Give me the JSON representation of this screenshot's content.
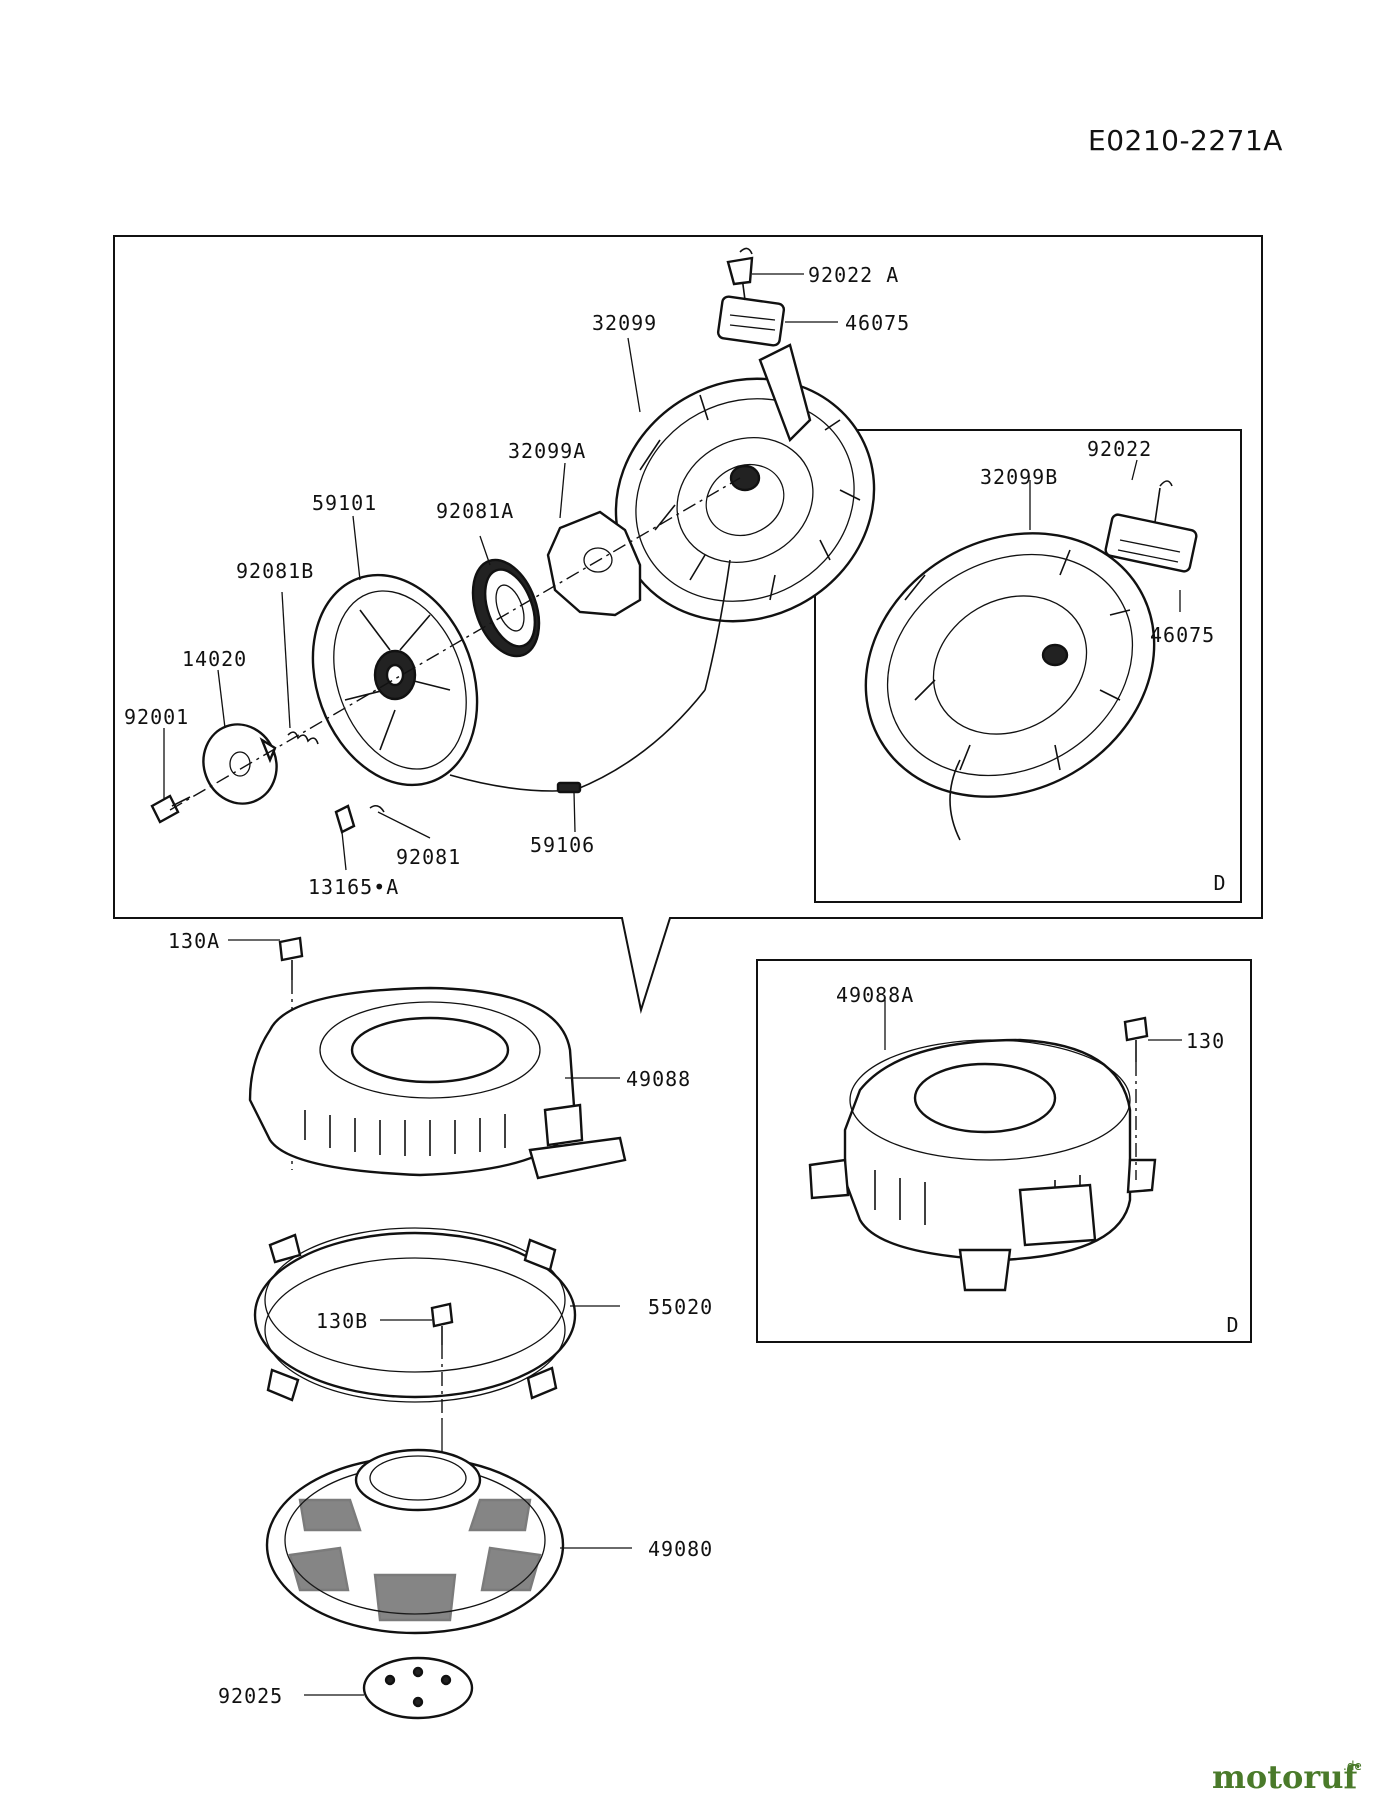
{
  "diagram_code": "E0210-2271A",
  "brand": {
    "name": "motoruf",
    "suffix": ".de"
  },
  "colors": {
    "line": "#111111",
    "brand": "#4a7a2a",
    "background": "#ffffff"
  },
  "detail_marker": "D",
  "labels": {
    "p92022A": "92022 A",
    "p46075": "46075",
    "p32099": "32099",
    "p32099A": "32099A",
    "p59101": "59101",
    "p92081A": "92081A",
    "p92081B": "92081B",
    "p14020": "14020",
    "p92001": "92001",
    "p92081": "92081",
    "p59106": "59106",
    "p13165A": "13165•A",
    "p92022": "92022",
    "p32099B": "32099B",
    "p46075b": "46075",
    "p130A": "130A",
    "p49088": "49088",
    "p49088A": "49088A",
    "p130": "130",
    "p130B": "130B",
    "p55020": "55020",
    "p49080": "49080",
    "p92025": "92025"
  }
}
